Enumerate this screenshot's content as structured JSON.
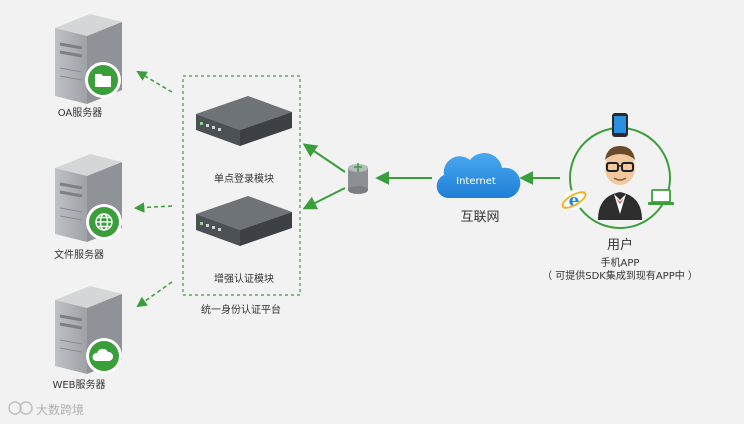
{
  "servers": [
    {
      "label": "OA服务器",
      "icon": "folder-icon"
    },
    {
      "label": "文件服务器",
      "icon": "globe-icon"
    },
    {
      "label": "WEB服务器",
      "icon": "cloud-icon"
    }
  ],
  "platform": {
    "title": "统一身份认证平台",
    "modules": [
      "单点登录模块",
      "增强认证模块"
    ]
  },
  "internet": {
    "cloud_text": "Internet",
    "caption": "互联网"
  },
  "user": {
    "title": "用户",
    "line1": "手机APP",
    "line2": "（ 可提供SDK集成到现有APP中 ）"
  },
  "watermark": "大数跨境",
  "colors": {
    "green": "#3a9e3a",
    "server": "#a9acb0",
    "cloud": "#2a8fe0"
  }
}
